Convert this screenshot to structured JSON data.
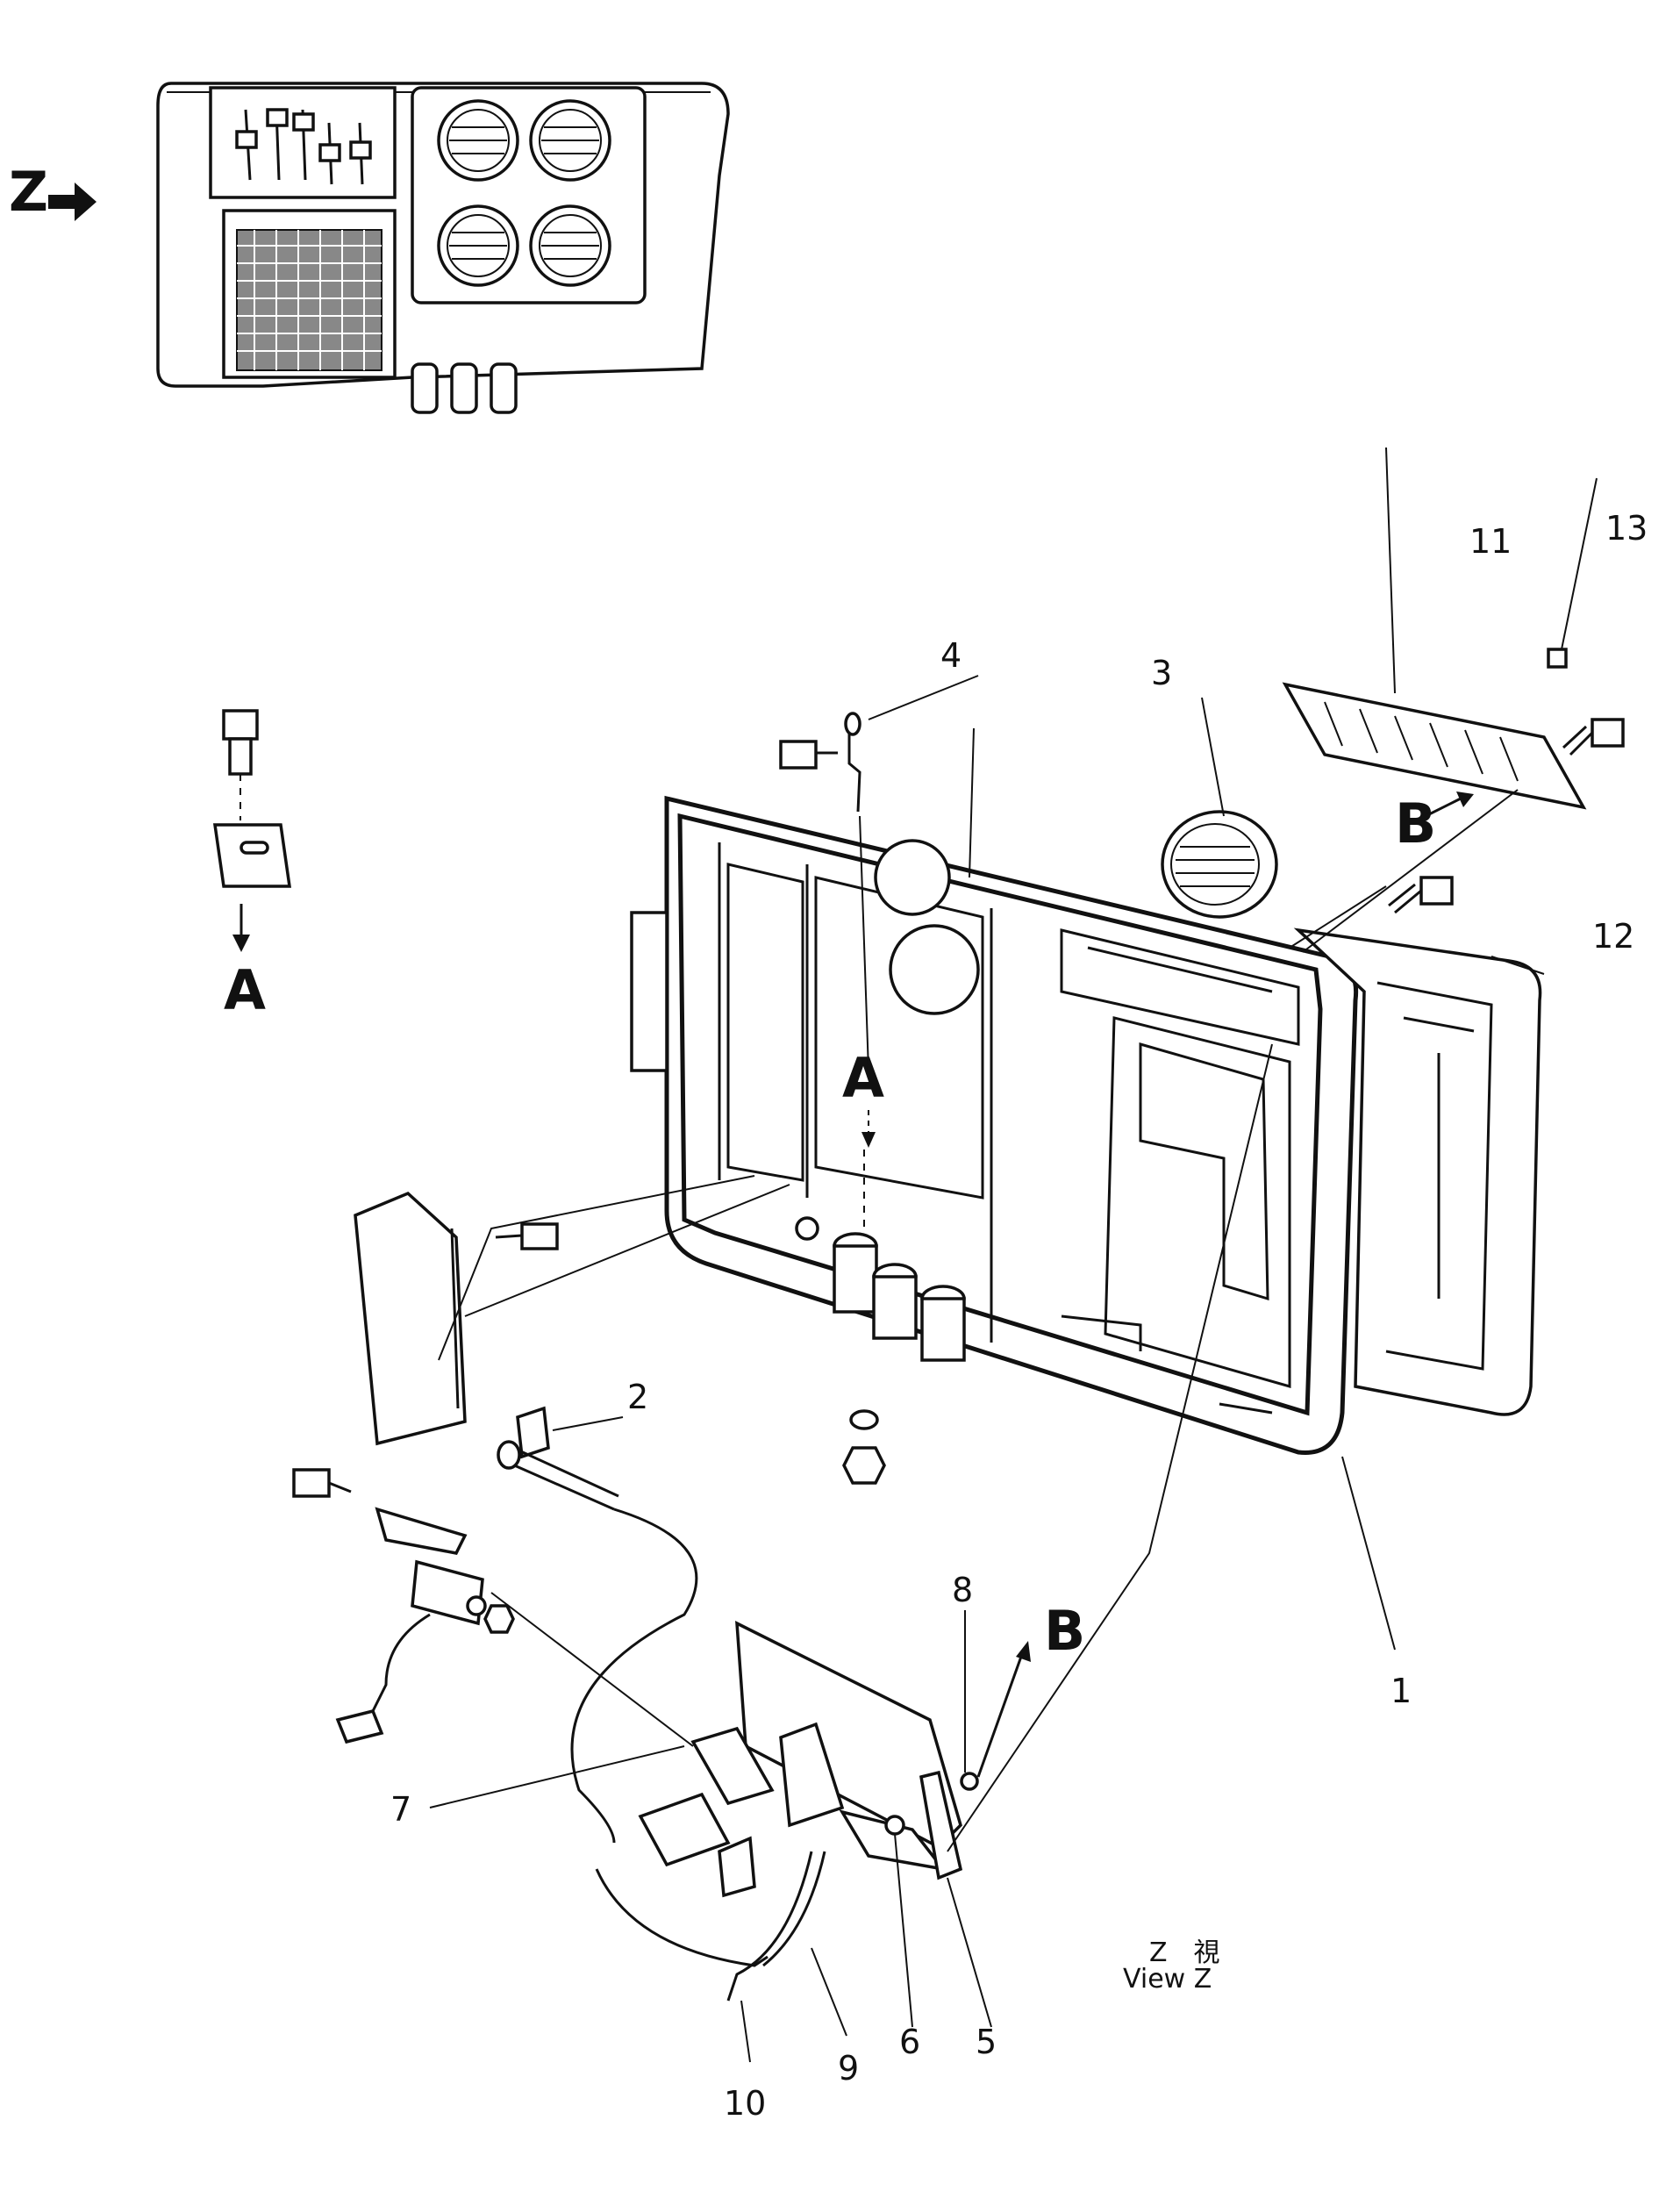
{
  "callouts": {
    "c1": "1",
    "c2": "2",
    "c3": "3",
    "c4": "4",
    "c5": "5",
    "c6": "6",
    "c7": "7",
    "c8": "8",
    "c9": "9",
    "c10": "10",
    "c11": "11",
    "c12": "12",
    "c13": "13"
  },
  "refs": {
    "z_mark": "Z",
    "a_mark": "A",
    "b_mark": "B"
  },
  "view_caption": {
    "jp": "Z　視",
    "en": "View  Z"
  }
}
